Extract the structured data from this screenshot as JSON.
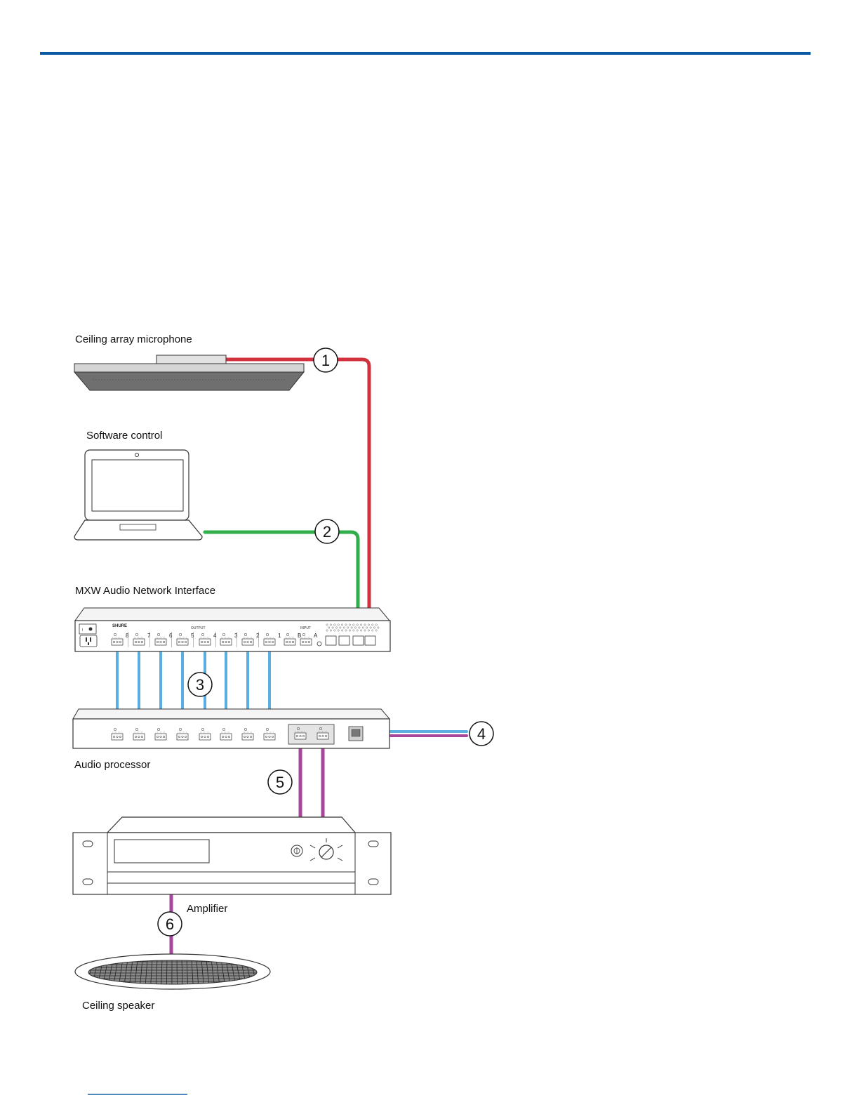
{
  "colors": {
    "header_rule": "#0a5aa3",
    "footer_link": "#0a5aa3",
    "cable_red": "#d1313d",
    "cable_green": "#2fae49",
    "cable_blue": "#5aaee0",
    "cable_purple": "#a7479c"
  },
  "devices": {
    "ceiling_mic": "Ceiling array microphone",
    "software": "Software control",
    "ani": "MXW Audio Network Interface",
    "processor": "Audio processor",
    "amplifier": "Amplifier",
    "speaker": "Ceiling speaker"
  },
  "callouts": [
    "1",
    "2",
    "3",
    "4",
    "5",
    "6"
  ],
  "ani_panel": {
    "brand": "SHURE",
    "output_label": "OUTPUT",
    "input_label": "INPUT",
    "output_channels": [
      "8",
      "7",
      "6",
      "5",
      "4",
      "3",
      "2",
      "1"
    ],
    "input_channels": [
      "B",
      "A"
    ]
  }
}
